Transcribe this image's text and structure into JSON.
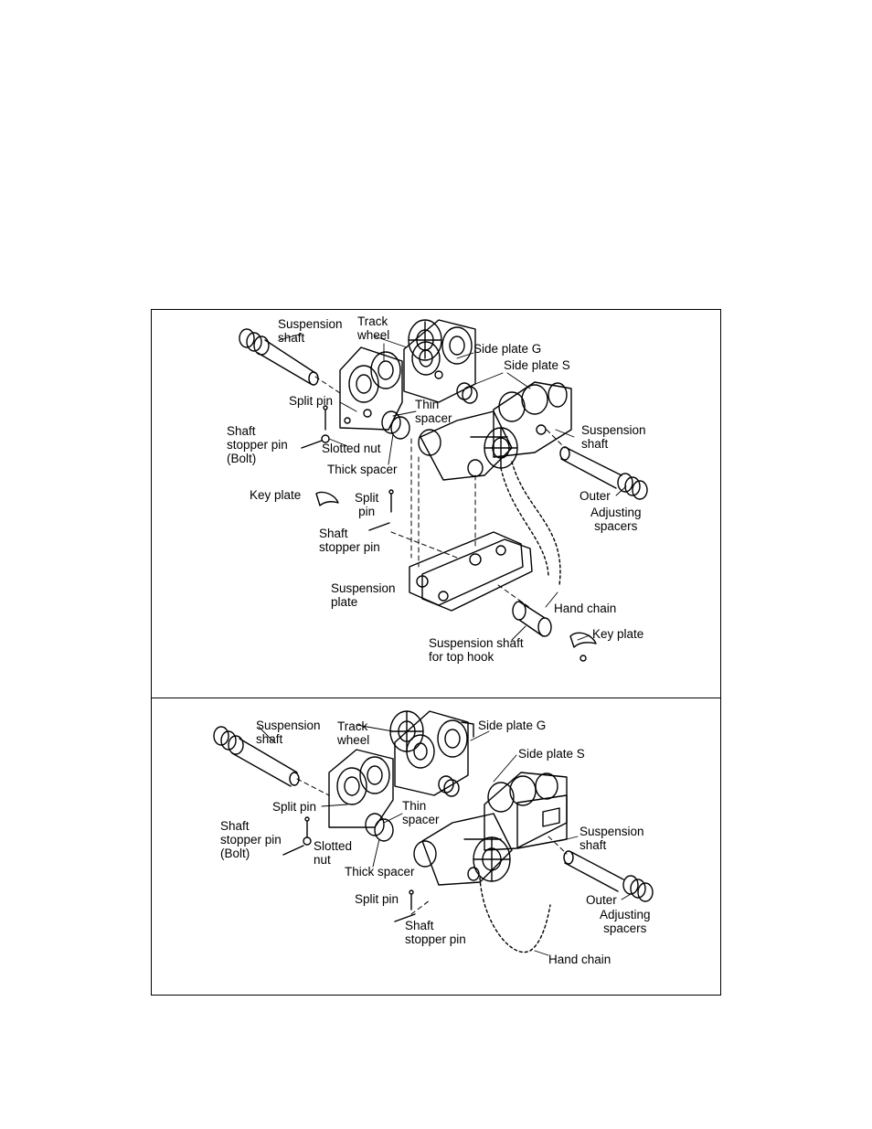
{
  "panels": [
    {
      "id": "top",
      "labels": {
        "suspension_shaft_left": "Suspension\nshaft",
        "track_wheel": "Track\nwheel",
        "side_plate_g": "Side plate G",
        "side_plate_s": "Side plate S",
        "split_pin_upper": "Split pin",
        "thin_spacer": "Thin\nspacer",
        "shaft_stopper_bolt": "Shaft\nstopper pin\n(Bolt)",
        "slotted_nut": "Slotted nut",
        "thick_spacer": "Thick spacer",
        "suspension_shaft_right": "Suspension\nshaft",
        "key_plate_left": "Key plate",
        "split_pin_lower": "Split\npin",
        "outer": "Outer",
        "adjusting_spacers": "Adjusting\nspacers",
        "shaft_stopper_pin": "Shaft\nstopper pin",
        "suspension_plate": "Suspension\nplate",
        "hand_chain": "Hand chain",
        "key_plate_right": "Key plate",
        "suspension_shaft_top_hook": "Suspension shaft\nfor top hook"
      }
    },
    {
      "id": "bottom",
      "labels": {
        "suspension_shaft_left": "Suspension\nshaft",
        "track_wheel": "Track\nwheel",
        "side_plate_g": "Side plate G",
        "side_plate_s": "Side plate S",
        "split_pin_upper": "Split pin",
        "thin_spacer": "Thin\nspacer",
        "shaft_stopper_bolt": "Shaft\nstopper pin\n(Bolt)",
        "slotted_nut": "Slotted\nnut",
        "thick_spacer": "Thick spacer",
        "suspension_shaft_right": "Suspension\nshaft",
        "split_pin_lower": "Split pin",
        "outer": "Outer",
        "adjusting_spacers": "Adjusting\nspacers",
        "shaft_stopper_pin": "Shaft\nstopper pin",
        "hand_chain": "Hand chain"
      }
    }
  ]
}
